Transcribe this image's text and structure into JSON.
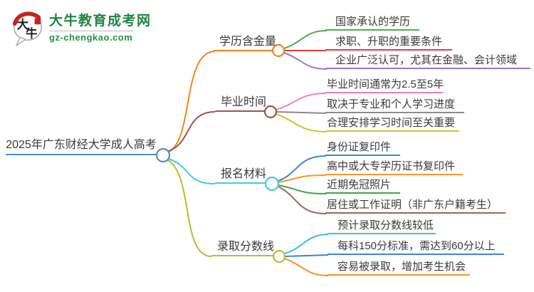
{
  "logo": {
    "name": "大牛教育成考网",
    "domain": "gz-chengkao.com",
    "icon_char_1": "大",
    "icon_char_2": "牛",
    "brand_green": "#1f8540",
    "seal_red": "#c0281e"
  },
  "mindmap": {
    "root": {
      "label": "2025年广东财经大学成人高考",
      "color": "#4a90d2"
    },
    "branches": [
      {
        "label": "学历含金量",
        "color": "#f0861e",
        "children": [
          {
            "label": "国家承认的学历",
            "color": "#4caf50"
          },
          {
            "label": "求职、升职的重要条件",
            "color": "#e23e3e"
          },
          {
            "label": "企业广泛认可，尤其在金融、会计领域",
            "color": "#9d78d2"
          }
        ]
      },
      {
        "label": "毕业时间",
        "color": "#9c554b",
        "children": [
          {
            "label": "毕业时间通常为2.5至5年",
            "color": "#f27ec5"
          },
          {
            "label": "取决于专业和个人学习进度",
            "color": "#8c8c8c"
          },
          {
            "label": "合理安排学习时间至关重要",
            "color": "#c5ca30"
          }
        ]
      },
      {
        "label": "报名材料",
        "color": "#41c9e8",
        "children": [
          {
            "label": "身份证复印件",
            "color": "#3f86c9"
          },
          {
            "label": "高中或大专学历证书复印件",
            "color": "#f89b20"
          },
          {
            "label": "近期免冠照片",
            "color": "#42a546"
          },
          {
            "label": "居住或工作证明（非广东户籍考生）",
            "color": "#9a655c"
          }
        ]
      },
      {
        "label": "录取分数线",
        "color": "#b7bd2f",
        "children": [
          {
            "label": "预计录取分数线较低",
            "color": "#38c2df"
          },
          {
            "label": "每科150分标准，需达到60分以上",
            "color": "#3a88cc"
          },
          {
            "label": "容易被录取，增加考生机会",
            "color": "#f79327"
          }
        ]
      }
    ]
  }
}
